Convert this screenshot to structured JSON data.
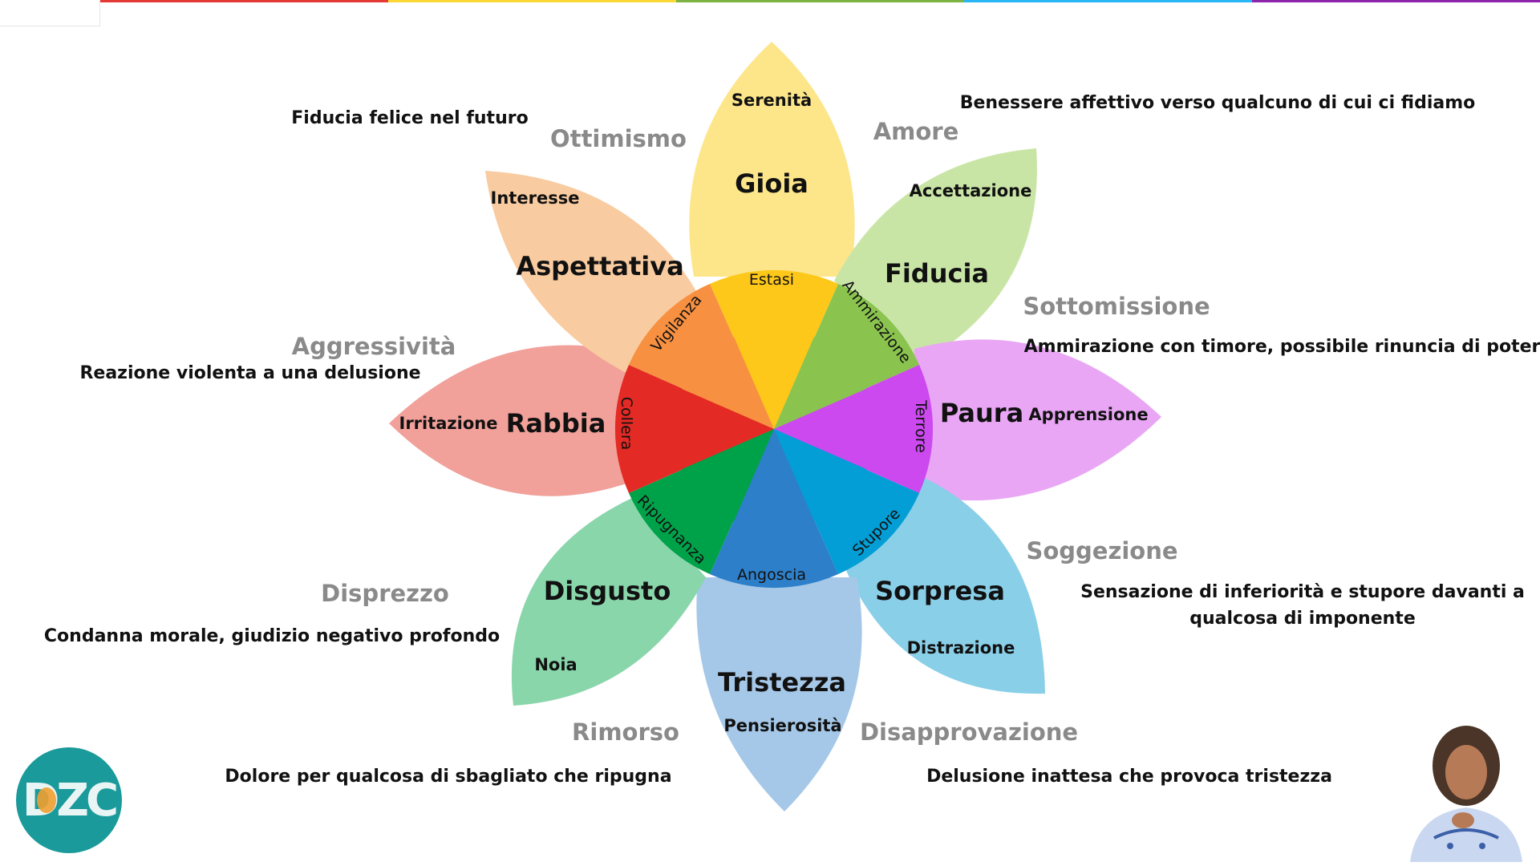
{
  "top_stripe_colors": [
    "#e53935",
    "#fdd835",
    "#7cb342",
    "#29b6f6",
    "#8e24aa"
  ],
  "center": {
    "estasi": "Estasi",
    "ammirazione": "Ammirazione",
    "terrore": "Terrore",
    "stupore": "Stupore",
    "angoscia": "Angoscia",
    "ripugnanza": "Ripugnanza",
    "collera": "Collera",
    "vigilanza": "Vigilanza"
  },
  "petals": {
    "gioia": {
      "main": "Gioia",
      "outer": "Serenità",
      "color": "#fde68a"
    },
    "fiducia": {
      "main": "Fiducia",
      "outer": "Accettazione",
      "color": "#c9e5a6"
    },
    "paura": {
      "main": "Paura",
      "outer": "Apprensione",
      "color": "#e9a6f5"
    },
    "sorpresa": {
      "main": "Sorpresa",
      "outer": "Distrazione",
      "color": "#89cfe8"
    },
    "tristezza": {
      "main": "Tristezza",
      "outer": "Pensierosità",
      "color": "#a5c8e8"
    },
    "disgusto": {
      "main": "Disgusto",
      "outer": "Noia",
      "color": "#8ad6ab"
    },
    "rabbia": {
      "main": "Rabbia",
      "outer": "Irritazione",
      "color": "#f1a09a"
    },
    "aspettativa": {
      "main": "Aspettativa",
      "outer": "Interesse",
      "color": "#f9cba0"
    }
  },
  "dyads": {
    "ottimismo": {
      "label": "Ottimismo",
      "desc": "Fiducia felice nel futuro"
    },
    "amore": {
      "label": "Amore",
      "desc": "Benessere affettivo verso qualcuno di cui ci fidiamo"
    },
    "sottomissione": {
      "label": "Sottomissione",
      "desc": "Ammirazione con timore, possibile rinuncia di potere"
    },
    "soggezione": {
      "label": "Soggezione",
      "desc1": "Sensazione di inferiorità e stupore davanti a",
      "desc2": "qualcosa di imponente"
    },
    "disapprovazione": {
      "label": "Disapprovazione",
      "desc": "Delusione inattesa che provoca tristezza"
    },
    "rimorso": {
      "label": "Rimorso",
      "desc": "Dolore per qualcosa di sbagliato che ripugna"
    },
    "disprezzo": {
      "label": "Disprezzo",
      "desc": "Condanna morale, giudizio negativo profondo"
    },
    "aggressivita": {
      "label": "Aggressività",
      "desc": "Reazione violenta a una delusione"
    }
  },
  "logo": {
    "text": "DZC"
  }
}
